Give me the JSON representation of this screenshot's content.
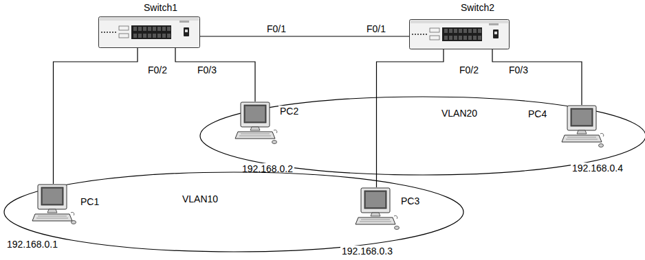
{
  "diagram": {
    "nodes": [
      {
        "text": [
          "Switch1"
        ]
      },
      {
        "text": [
          "Switch2"
        ]
      },
      {
        "text": [
          "VLAN20"
        ]
      },
      {
        "text": [
          "PC2",
          "192.168.0.2"
        ]
      },
      {
        "text": [
          "PC4",
          "192.168.0.4"
        ]
      },
      {
        "text": [
          "VLAN10"
        ]
      },
      {
        "text": [
          "PC1",
          "192.168.0.1"
        ]
      },
      {
        "text": [
          "PC3",
          "192.168.0.3"
        ]
      }
    ],
    "edges": [
      {
        "from": 0,
        "to": 1,
        "arrow": "none"
      },
      {
        "from": 0,
        "to": 6,
        "arrow": "none"
      },
      {
        "from": 0,
        "to": 3,
        "arrow": "none"
      },
      {
        "from": 1,
        "to": 7,
        "arrow": "none"
      },
      {
        "from": 1,
        "to": 4,
        "arrow": "none"
      }
    ],
    "labels": [
      "F0/1",
      "F0/1",
      "F0/2",
      "F0/3",
      "F0/2",
      "F0/3"
    ]
  }
}
